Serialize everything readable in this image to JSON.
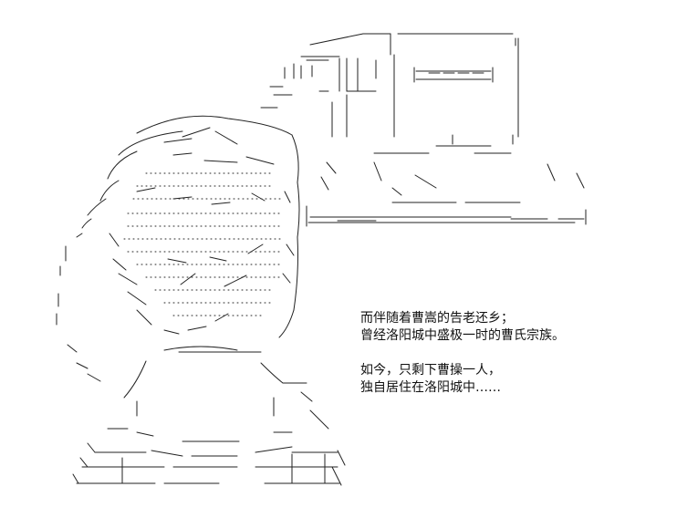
{
  "artwork": {
    "kind": "shift-jis ascii art illustration",
    "subject": "figure seated at a desk with stacked papers and scrolls",
    "ink_color": "#222222",
    "paper_color": "#ffffff"
  },
  "narration": {
    "line1": "而伴随着曹嵩的告老还乡；",
    "line2": "曾经洛阳城中盛极一时的曹氏宗族。",
    "line3": "如今，只剩下曹操一人，",
    "line4": "独自居住在洛阳城中……"
  }
}
